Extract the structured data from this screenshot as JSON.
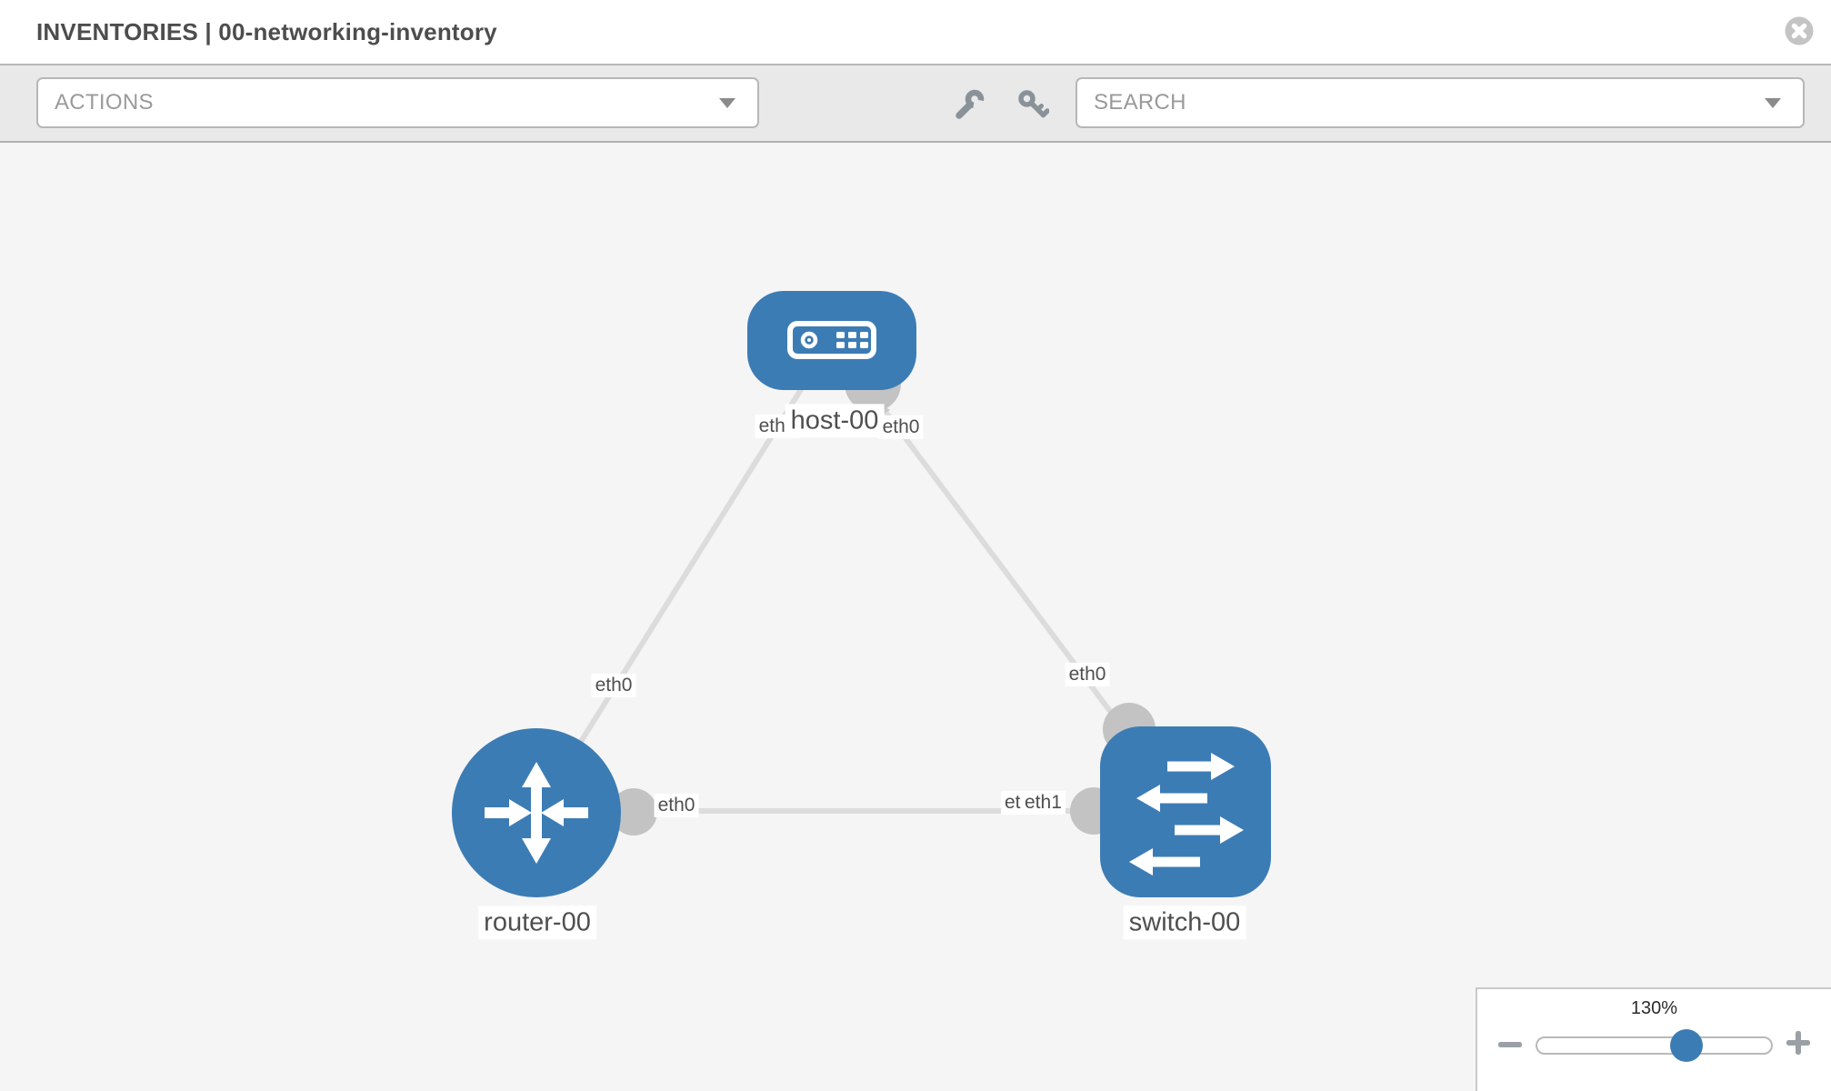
{
  "header": {
    "title": "INVENTORIES | 00-networking-inventory"
  },
  "toolbar": {
    "actions_label": "ACTIONS",
    "search_label": "SEARCH",
    "icons": [
      "wrench-icon",
      "key-icon"
    ]
  },
  "topology": {
    "nodes": [
      {
        "label": "host-00",
        "type": "host"
      },
      {
        "label": "router-00",
        "type": "router"
      },
      {
        "label": "switch-00",
        "type": "switch"
      }
    ],
    "links": [
      {
        "from": "host-00",
        "to": "router-00",
        "from_label": "eth0",
        "to_label": "eth0"
      },
      {
        "from": "host-00",
        "to": "switch-00",
        "from_label": "eth0",
        "to_label": "eth0"
      },
      {
        "from": "router-00",
        "to": "switch-00",
        "from_label": "eth0",
        "to_labels": [
          "eth0",
          "eth1"
        ]
      }
    ]
  },
  "zoom_control": {
    "level": "130%"
  },
  "colors": {
    "node_blue": "#3c7cb5",
    "link_gray": "#dcdcdc",
    "endpoint_gray": "#c3c3c3",
    "toolbar_gray": "#e9e9e9",
    "canvas_gray": "#f5f5f5"
  }
}
